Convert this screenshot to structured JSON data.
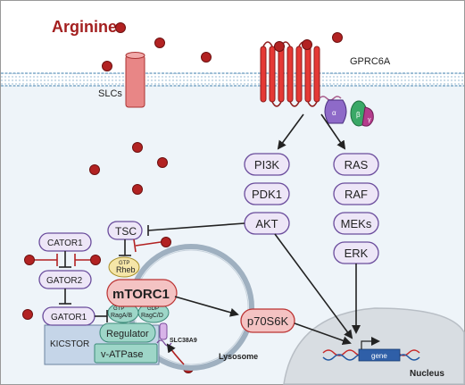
{
  "title": "Arginine",
  "labels": {
    "slcs": "SLCs",
    "gprc6a": "GPRC6A",
    "lysosome": "Lysosome",
    "nucleus": "Nucleus",
    "gene": "gene",
    "slc38a9": "SLC38A9",
    "kicstor": "KICSTOR",
    "regulator": "Regulator",
    "vatpase": "v-ATPase",
    "mtorc1": "mTORC1",
    "rheb": "Rheb",
    "gtp_rheb": "GTP",
    "gtp_rag": "GTP",
    "gdp_rag": "GDP",
    "ragab": "RagA/B",
    "ragcd": "RagC/D",
    "tsc": "TSC",
    "cator1": "CATOR1",
    "gator2": "GATOR2",
    "gator1": "GATOR1",
    "p70s6k": "p70S6K",
    "alpha": "α",
    "beta": "β",
    "gamma": "γ"
  },
  "pathway_left": [
    "PI3K",
    "PDK1",
    "AKT"
  ],
  "pathway_right": [
    "RAS",
    "RAF",
    "MEKs",
    "ERK"
  ],
  "colors": {
    "arginine": "#b22222",
    "title": "#a31f1f",
    "membrane": "#7fa9c8",
    "receptor": "#c62828",
    "purple_node": "#6a4c9c",
    "node_fill": "#ede6f7",
    "teal": "#9ed6c8",
    "lysosome": "#9fb0c0",
    "nucleus": "#d8dde2"
  }
}
